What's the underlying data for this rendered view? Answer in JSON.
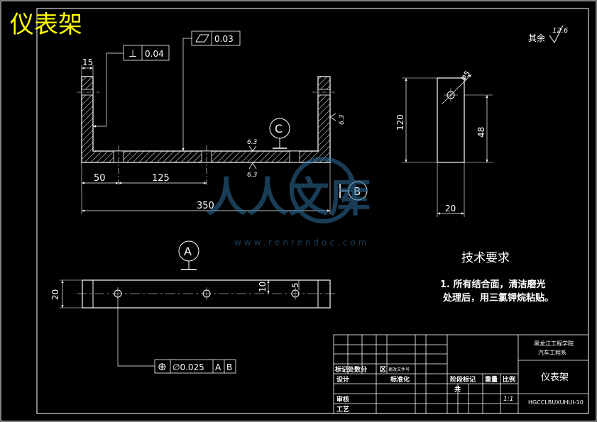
{
  "drawing": {
    "title": "仪表架",
    "roughness": {
      "prefix": "其余",
      "value": "12.6"
    }
  },
  "front_view": {
    "dims": {
      "d15": "15",
      "d50": "50",
      "d125": "125",
      "d350": "350"
    },
    "perpendicularity": {
      "symbol": "⊥",
      "value": "0.04"
    },
    "flatness": {
      "symbol": "▱",
      "value": "0.03"
    },
    "roughness_a": "6.3",
    "roughness_b": "6.3",
    "roughness_c": "6.3",
    "datum_c": "C"
  },
  "side_view": {
    "dims": {
      "d120": "120",
      "d48": "48",
      "d20": "20",
      "dia5": "φ5"
    },
    "datum_b": "B"
  },
  "top_view": {
    "datum_a": "A",
    "dims": {
      "d20": "20",
      "d10": "10",
      "d5": "5"
    },
    "position_tol": {
      "symbol": "⊕",
      "value": "∅0.025",
      "ref_a": "A",
      "ref_b": "B"
    }
  },
  "tech_requirements": {
    "heading": "技术要求",
    "line1": "1. 所有结合面，清洁磨光",
    "line2": "处理后，用三氯钾烷粘贴。"
  },
  "title_block": {
    "school": "黑龙江工程学院",
    "dept": "汽车工程系",
    "part_name": "仪表架",
    "drawing_no": "HGCCLBUXUHUI-10",
    "labels": {
      "mark_row": "标记处数分",
      "zone": "区",
      "change_doc": "更改文件号",
      "design": "设计",
      "standardize": "标准化",
      "review": "审核",
      "process": "工艺",
      "stage_mark": "阶段标记",
      "weight": "重量",
      "scale": "比例",
      "sheet": "共",
      "scale_value": "1:1"
    }
  },
  "watermark": {
    "name": "人人文库",
    "url": "www.renrendoc.com"
  },
  "colors": {
    "background": "#000000",
    "lines": "#ffffff",
    "title": "#ffff00",
    "watermark": "#2f6f9f"
  }
}
